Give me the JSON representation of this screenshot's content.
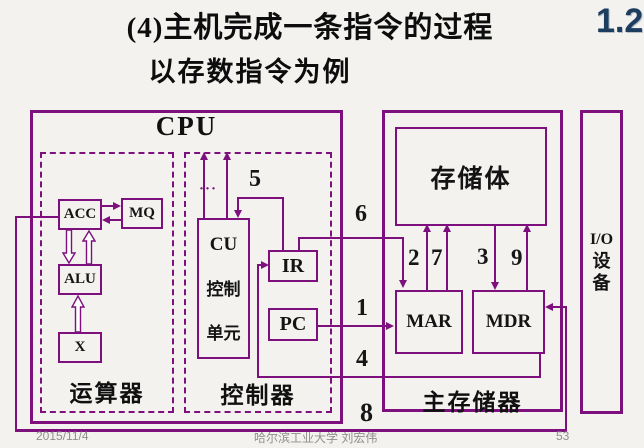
{
  "header": {
    "title": "(4)主机完成一条指令的过程",
    "subtitle": "以存数指令为例",
    "badge": "1.2"
  },
  "cpu": {
    "label": "CPU",
    "datapath": {
      "label": "运算器",
      "acc": "ACC",
      "mq": "MQ",
      "alu": "ALU",
      "x": "X"
    },
    "control": {
      "label": "控制器",
      "cu_top": "CU",
      "cu_mid": "控制",
      "cu_bot": "单元",
      "dots": "···",
      "ir": "IR",
      "pc": "PC"
    }
  },
  "memory": {
    "label": "主存储器",
    "bank": "存储体",
    "mar": "MAR",
    "mdr": "MDR"
  },
  "io": {
    "line1": "I/O",
    "line2": "设",
    "line3": "备"
  },
  "steps": {
    "n1": "1",
    "n2": "2",
    "n3": "3",
    "n4": "4",
    "n5": "5",
    "n6": "6",
    "n7": "7",
    "n8": "8",
    "n9": "9"
  },
  "footer": {
    "date": "2015/11/4",
    "credit": "哈尔滨工业大学 刘宏伟",
    "page": "53"
  },
  "colors": {
    "line": "#7d107d",
    "badge": "#1c3c60",
    "text": "#101010",
    "footer": "#8f8f8b"
  }
}
